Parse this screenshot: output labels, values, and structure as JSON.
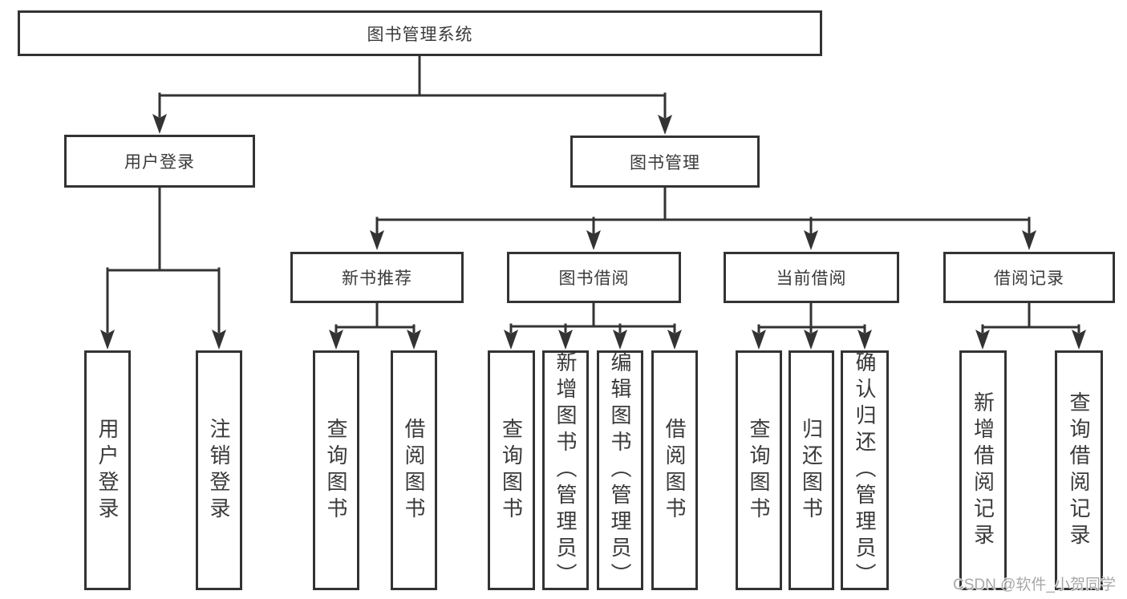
{
  "tree": {
    "root": "图书管理系统",
    "children": [
      {
        "label": "用户登录",
        "children": [
          {
            "label": "用户登录"
          },
          {
            "label": "注销登录"
          }
        ]
      },
      {
        "label": "图书管理",
        "children": [
          {
            "label": "新书推荐",
            "children": [
              {
                "label": "查询图书"
              },
              {
                "label": "借阅图书"
              }
            ]
          },
          {
            "label": "图书借阅",
            "children": [
              {
                "label": "查询图书"
              },
              {
                "label": "新增图书（管理员）"
              },
              {
                "label": "编辑图书（管理员）"
              },
              {
                "label": "借阅图书"
              }
            ]
          },
          {
            "label": "当前借阅",
            "children": [
              {
                "label": "查询图书"
              },
              {
                "label": "归还图书"
              },
              {
                "label": "确认归还（管理员）"
              }
            ]
          },
          {
            "label": "借阅记录",
            "children": [
              {
                "label": "新增借阅记录"
              },
              {
                "label": "查询借阅记录"
              }
            ]
          }
        ]
      }
    ]
  },
  "watermark": "CSDN @软件_小贺同学",
  "colors": {
    "line": "#333333",
    "box_border": "#333333",
    "text": "#3a3a3a",
    "watermark": "#9e9e9e",
    "background": "#ffffff"
  }
}
